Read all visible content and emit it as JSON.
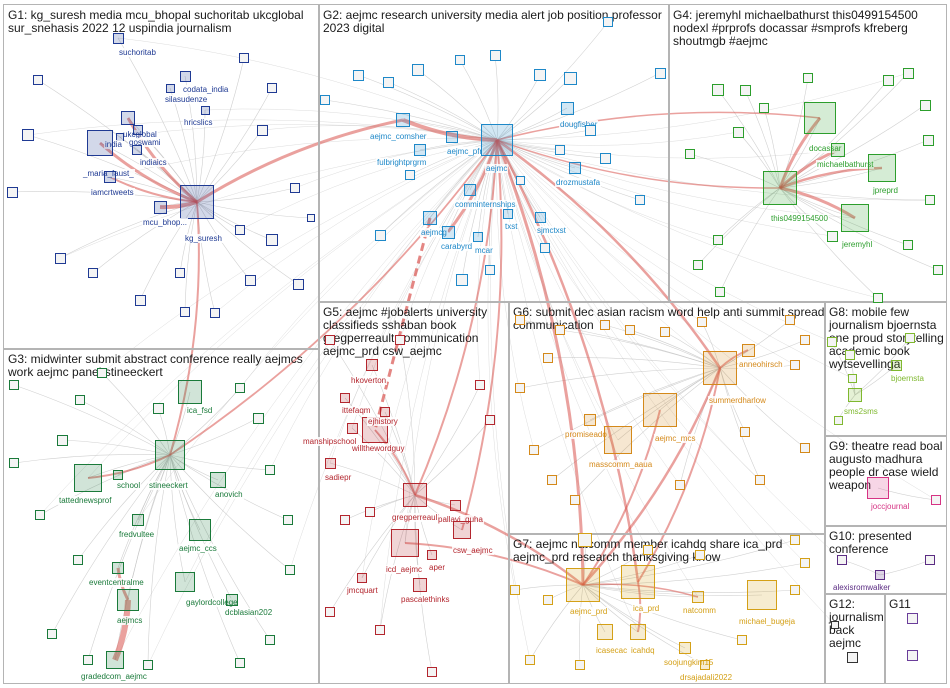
{
  "palette": {
    "edge_gray": "#c0c0c0",
    "edge_red": "#d9534f",
    "G1": "#1f3a93",
    "G2": "#1e88c8",
    "G3": "#1a7a3a",
    "G4": "#2c9e2c",
    "G5": "#b3262e",
    "G6": "#d4891a",
    "G7": "#d4a017",
    "G8": "#7fb82f",
    "G9": "#d63384",
    "G10": "#5b2c83",
    "G11": "#6a3d9a",
    "G12": "#333333"
  },
  "groups": [
    {
      "id": "G1",
      "title": "G1: kg_suresh media mcu_bhopal suchoritab ukcglobal sur_snehasis 2022 12 uspindia journalism"
    },
    {
      "id": "G2",
      "title": "G2: aejmc research university media alert job position professor 2023 digital"
    },
    {
      "id": "G4",
      "title": "G4: jeremyhl michaelbathurst this0499154500 nodexl #prprofs docassar #smprofs kfreberg shoutmgb #aejmc"
    },
    {
      "id": "G3",
      "title": "G3: midwinter submit abstract conference really aejmcs work aejmc panel stineeckert"
    },
    {
      "id": "G5",
      "title": "G5: aejmc #jobalerts university classifieds sshaban book gregperreault communication aejmc_prd csw_aejmc"
    },
    {
      "id": "G6",
      "title": "G6: submit dec asian racism word help anti summit spread communication"
    },
    {
      "id": "G8",
      "title": "G8: mobile few journalism bjoernsta one proud storytelling academic book wytsevellinga"
    },
    {
      "id": "G9",
      "title": "G9: theatre read boal augusto madhura people dr case wield weapon"
    },
    {
      "id": "G7",
      "title": "G7: aejmc natcomm member icahdq share ica_prd aejmc_prd research thanksgiving know"
    },
    {
      "id": "G10",
      "title": "G10: presented conference"
    },
    {
      "id": "G12",
      "title": "G12: journalism back aejmc"
    },
    {
      "id": "G11",
      "title": "G11"
    }
  ],
  "node_labels": {
    "suchoritab": "suchoritab",
    "codata_india": "codata_india",
    "silasudenze": "silasudenze",
    "hricslics": "hricslics",
    "ukcglobal": "ukcglobal",
    "indiaics": "indiaics",
    "maria_faust": "_maria_faust_",
    "iamcrtweets": "iamcrtweets",
    "mcu_bhopal": "mcu_bhop...",
    "kg_suresh": "kg_suresh",
    "goswami": "goswami",
    "india": "india",
    "aejmc_comsher": "aejmc_comsher",
    "aejmc_pfr": "aejmc_pfr",
    "fulbrightprgrm": "fulbrightprgrm",
    "aejmc": "aejmc",
    "dougfisher": "dougfisher",
    "drozmustafa": "drozmustafa",
    "comminternships": "comminternships",
    "aejmcg": "aejmcg",
    "carabyrd": "carabyrd",
    "mcar": "mcar",
    "txst": "txst",
    "sjmctxst": "sjmctxst",
    "docassar": "docassar",
    "michaelbathurst": "michaelbathurst",
    "this0499154500": "this0499154500",
    "jpreprd": "jpreprd",
    "jeremyhl": "jeremyhl",
    "ica_fsd": "ica_fsd",
    "stineeckert": "stineeckert",
    "tattednewsprof": "tattednewsprof",
    "school": "school",
    "anovich": "anovich",
    "fredvultee": "fredvultee",
    "aejmc_ccs": "aejmc_ccs",
    "eventcentralme": "eventcentralme",
    "gaylordcollege": "gaylordcollege",
    "dcblasian202": "dcblasian202",
    "aejmcs": "aejmcs",
    "gradedcom_aejmc": "gradedcom_aejmc",
    "hkoverton": "hkoverton",
    "ittefaqm": "ittefaqm",
    "manshipschool": "manshipschool",
    "willthewordguy": "willthewordguy",
    "ejhistory": "ejhistory",
    "sadiepr": "sadiepr",
    "gregperreault": "gregperreault",
    "pallavi_guha": "pallavi_guha",
    "icd_aejmc": "icd_aejmc",
    "csw_aejmc": "csw_aejmc",
    "aper": "aper",
    "jmcquart": "jmcquart",
    "pascalethinks": "pascalethinks",
    "anneohirsch": "anneohirsch",
    "summerdharlow": "summerdharlow",
    "aejmc_mcs": "aejmc_mcs",
    "promiseado": "promiseado",
    "masscomm_aaua": "masscomm_aaua",
    "bjoernsta": "bjoernsta",
    "sms2sms": "sms2sms",
    "joccjournal": "joccjournal",
    "aejmc_prd": "aejmc_prd",
    "ica_prd": "ica_prd",
    "natcomm": "natcomm",
    "michael_bugeja": "michael_bugeja",
    "icasecac": "icasecac",
    "icahdq": "icahdq",
    "soojungkim15": "soojungkim15",
    "drsajadali2022": "drsajadali2022",
    "alexisromwalker": "alexisromwalker"
  }
}
